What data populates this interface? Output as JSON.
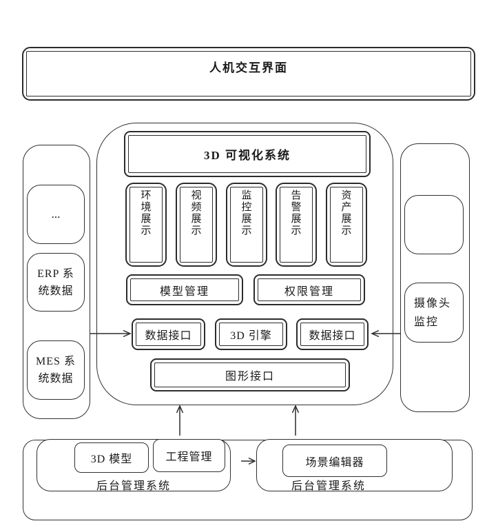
{
  "header": {
    "title": "人机交互界面"
  },
  "visualization_system": {
    "title": "3D 可视化系统",
    "display_modules": [
      "环境展示",
      "视频展示",
      "监控展示",
      "告警展示",
      "资产展示"
    ],
    "management_modules": [
      "模型管理",
      "权限管理"
    ],
    "interface_row": [
      "数据接口",
      "3D 引擎",
      "数据接口"
    ],
    "graphics_interface": "图形接口"
  },
  "left_panel": {
    "items": [
      "...",
      "ERP 系\n统数据",
      "MES 系\n统数据"
    ]
  },
  "right_panel": {
    "camera_label": "摄像头\n监控"
  },
  "backend": {
    "group1": {
      "items": [
        "3D 模型",
        "工程管理"
      ],
      "label": "后台管理系统"
    },
    "group2": {
      "items": [
        "场景编辑器"
      ],
      "label": "后台管理系统"
    }
  },
  "colors": {
    "line": "#2b2b2b",
    "background": "#ffffff"
  }
}
